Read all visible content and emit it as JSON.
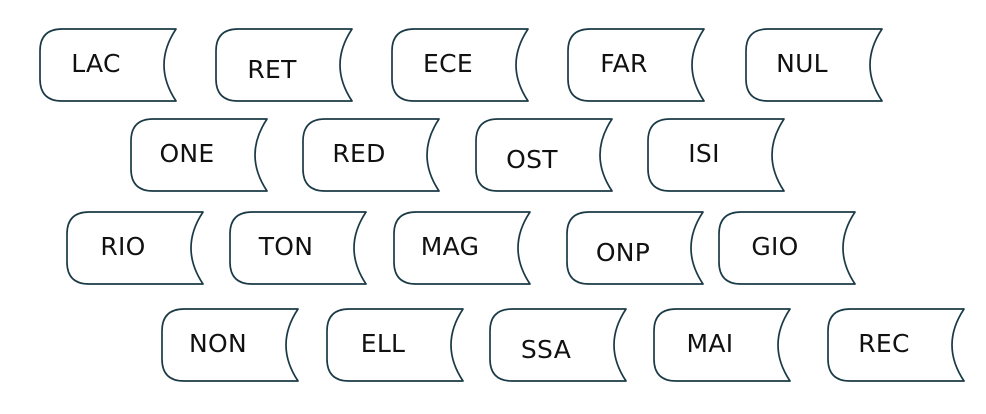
{
  "rows": [
    {
      "tiles": [
        {
          "text": "LAC"
        },
        {
          "text": "RET"
        },
        {
          "text": "ECE"
        },
        {
          "text": "FAR"
        },
        {
          "text": "NUL"
        }
      ]
    },
    {
      "tiles": [
        {
          "text": "ONE"
        },
        {
          "text": "RED"
        },
        {
          "text": "OST"
        },
        {
          "text": "ISI"
        }
      ]
    },
    {
      "tiles": [
        {
          "text": "RIO"
        },
        {
          "text": "TON"
        },
        {
          "text": "MAG"
        },
        {
          "text": "ONP"
        },
        {
          "text": "GIO"
        }
      ]
    },
    {
      "tiles": [
        {
          "text": "NON"
        },
        {
          "text": "ELL"
        },
        {
          "text": "SSA"
        },
        {
          "text": "MAI"
        },
        {
          "text": "REC"
        }
      ]
    }
  ],
  "colors": {
    "outline": "#1a3a46",
    "text": "#111111",
    "background": "#ffffff"
  }
}
